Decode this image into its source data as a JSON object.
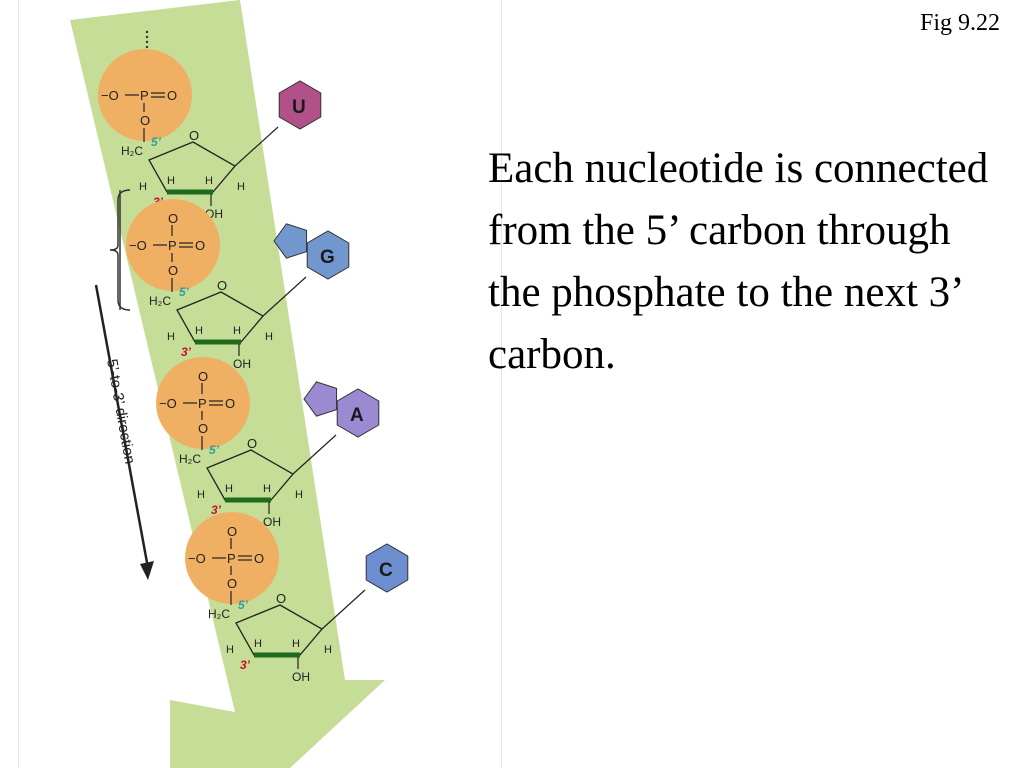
{
  "slide": {
    "fig_label": "Fig 9.22",
    "caption": "Each nucleotide is connected from the 5’ carbon through the phosphate to the next 3’ carbon."
  },
  "diagram": {
    "direction_label": "5’-to-3’ direction",
    "phosphate": {
      "o_minus": "−O",
      "p": "P",
      "o_double": "O",
      "o_single": "O"
    },
    "sugar": {
      "ch2": "H₂C",
      "ring_o": "O",
      "h": "H",
      "oh": "OH",
      "five_prime": "5’",
      "three_prime": "3’"
    },
    "bases": [
      {
        "letter": "U",
        "name": "uracil",
        "color": "#b2508a"
      },
      {
        "letter": "G",
        "name": "guanine",
        "color": "#7297cf"
      },
      {
        "letter": "A",
        "name": "adenine",
        "color": "#9b8ad2"
      },
      {
        "letter": "C",
        "name": "cytosine",
        "color": "#6d8fd0"
      }
    ],
    "colors": {
      "arrow": "#c5dd96",
      "phosphate_fill": "#f0b063",
      "sugar_bond": "#1e6b1e",
      "five_prime": "#2aa29a",
      "three_prime": "#c8102e"
    }
  }
}
